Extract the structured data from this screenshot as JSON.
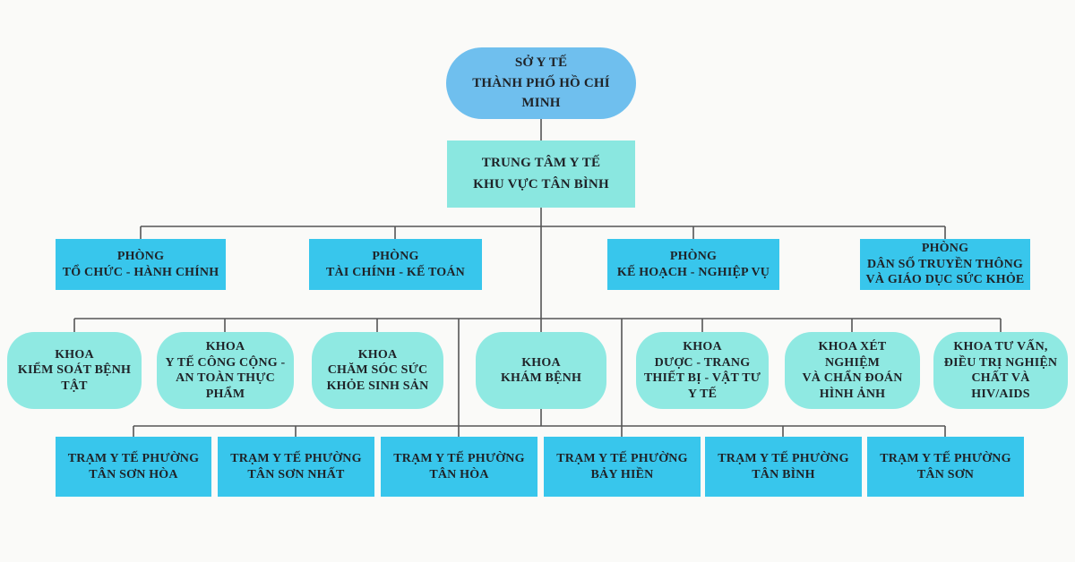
{
  "palette": {
    "background": "#fafaf8",
    "node_blue": "#6fbfee",
    "node_teal": "#8ae7e0",
    "node_teal_light": "#8fe9e2",
    "node_cyan": "#38c6ec",
    "line": "#555555",
    "text": "#1f2328"
  },
  "org_chart": {
    "root": {
      "lines": [
        "SỞ Y TẾ",
        "THÀNH PHỐ HỒ CHÍ MINH"
      ]
    },
    "center": {
      "lines": [
        "TRUNG TÂM Y TẾ",
        "KHU VỰC TÂN BÌNH"
      ]
    },
    "phong": [
      {
        "lines": [
          "PHÒNG",
          "TỔ CHỨC - HÀNH CHÍNH"
        ]
      },
      {
        "lines": [
          "PHÒNG",
          "TÀI CHÍNH - KẾ TOÁN"
        ]
      },
      {
        "lines": [
          "PHÒNG",
          "KẾ HOẠCH - NGHIỆP VỤ"
        ]
      },
      {
        "lines": [
          "PHÒNG",
          "DÂN SỐ TRUYỀN THÔNG",
          "VÀ GIÁO DỤC SỨC KHỎE"
        ]
      }
    ],
    "khoa": [
      {
        "lines": [
          "KHOA",
          "KIỂM SOÁT BỆNH TẬT"
        ]
      },
      {
        "lines": [
          "KHOA",
          "Y TẾ CÔNG CỘNG -",
          "AN TOÀN THỰC PHẨM"
        ]
      },
      {
        "lines": [
          "KHOA",
          "CHĂM SÓC SỨC",
          "KHỎE SINH SẢN"
        ]
      },
      {
        "lines": [
          "KHOA",
          "KHÁM BỆNH"
        ]
      },
      {
        "lines": [
          "KHOA",
          "DƯỢC - TRANG",
          "THIẾT BỊ - VẬT TƯ",
          "Y TẾ"
        ]
      },
      {
        "lines": [
          "KHOA XÉT NGHIỆM",
          "VÀ CHẨN ĐOÁN",
          "HÌNH ẢNH"
        ]
      },
      {
        "lines": [
          "KHOA TƯ VẤN,",
          "ĐIỀU TRỊ NGHIỆN",
          "CHẤT VÀ",
          "HIV/AIDS"
        ]
      }
    ],
    "tram": [
      {
        "lines": [
          "TRẠM Y TẾ PHƯỜNG",
          "TÂN SƠN HÒA"
        ]
      },
      {
        "lines": [
          "TRẠM Y TẾ PHƯỜNG",
          "TÂN SƠN NHẤT"
        ]
      },
      {
        "lines": [
          "TRẠM Y TẾ PHƯỜNG",
          "TÂN HÒA"
        ]
      },
      {
        "lines": [
          "TRẠM Y TẾ PHƯỜNG",
          "BẢY HIỀN"
        ]
      },
      {
        "lines": [
          "TRẠM Y TẾ PHƯỜNG",
          "TÂN BÌNH"
        ]
      },
      {
        "lines": [
          "TRẠM Y TẾ PHƯỜNG",
          "TÂN SƠN"
        ]
      }
    ]
  }
}
